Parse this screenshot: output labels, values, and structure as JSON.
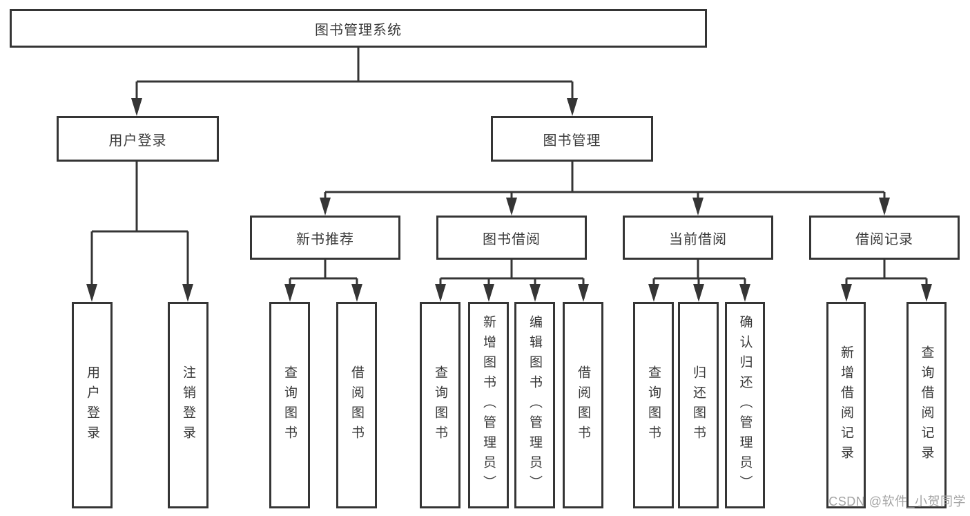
{
  "diagram": {
    "root": {
      "label": "图书管理系统"
    },
    "level2": [
      {
        "id": "user-login",
        "label": "用户登录"
      },
      {
        "id": "book-management",
        "label": "图书管理"
      }
    ],
    "level3": [
      {
        "id": "new-book-recommend",
        "label": "新书推荐"
      },
      {
        "id": "book-borrowing",
        "label": "图书借阅"
      },
      {
        "id": "current-borrowing",
        "label": "当前借阅"
      },
      {
        "id": "borrowing-records",
        "label": "借阅记录"
      }
    ],
    "leaves": {
      "user_login": [
        {
          "label": "用户登录"
        },
        {
          "label": "注销登录"
        }
      ],
      "new_book_recommend": [
        {
          "label": "查询图书"
        },
        {
          "label": "借阅图书"
        }
      ],
      "book_borrowing": [
        {
          "label": "查询图书"
        },
        {
          "label": "新增图书（管理员）"
        },
        {
          "label": "编辑图书（管理员）"
        },
        {
          "label": "借阅图书"
        }
      ],
      "current_borrowing": [
        {
          "label": "查询图书"
        },
        {
          "label": "归还图书"
        },
        {
          "label": "确认归还（管理员）"
        }
      ],
      "borrowing_records": [
        {
          "label": "新增借阅记录"
        },
        {
          "label": "查询借阅记录"
        }
      ]
    }
  },
  "watermark": {
    "text": "CSDN @软件_小贺同学"
  },
  "colors": {
    "line": "#353535",
    "text": "#3a3a3a",
    "watermark": "#a3a3a3",
    "background": "#ffffff"
  }
}
